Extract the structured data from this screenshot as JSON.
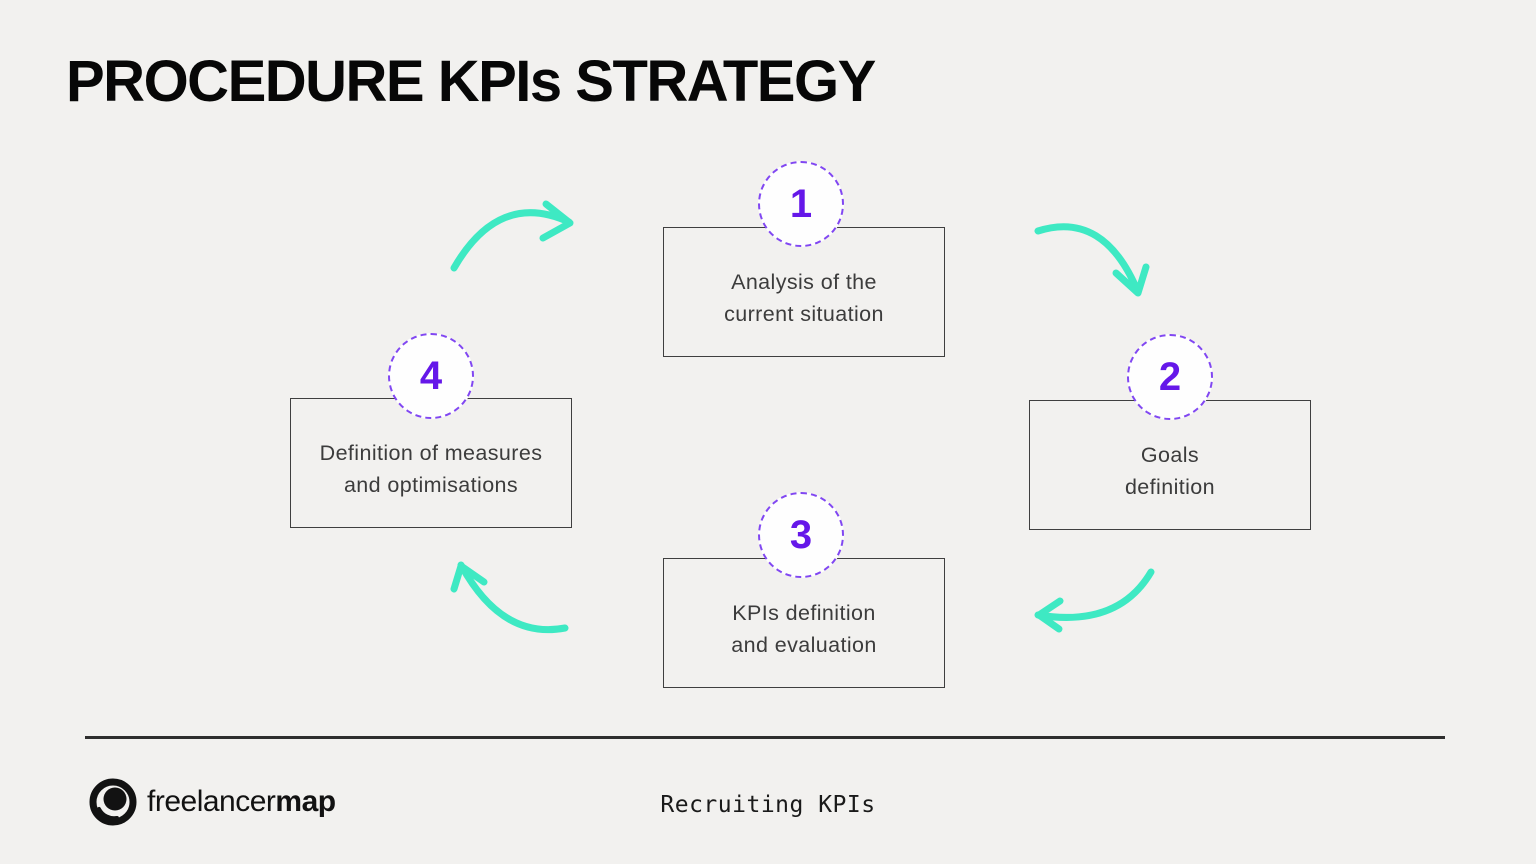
{
  "title": "PROCEDURE KPIs STRATEGY",
  "colors": {
    "background": "#f2f1ef",
    "accent_teal": "#3ee9c3",
    "number_purple": "#6517e9",
    "circle_dash_purple": "#8147f2",
    "circle_fill": "#fefefe",
    "box_border": "#3f3f3f",
    "step_text": "#3c3c3c",
    "title_text": "#070707",
    "divider": "#2e2e2e",
    "logo_black": "#121212"
  },
  "steps": [
    {
      "number": "1",
      "label": "Analysis of the\ncurrent situation"
    },
    {
      "number": "2",
      "label": "Goals\ndefinition"
    },
    {
      "number": "3",
      "label": "KPIs definition\nand evaluation"
    },
    {
      "number": "4",
      "label": "Definition of measures\nand optimisations"
    }
  ],
  "footer": {
    "logo": {
      "brand_regular": "freelancer",
      "brand_bold": "map"
    },
    "caption": "Recruiting KPIs"
  }
}
